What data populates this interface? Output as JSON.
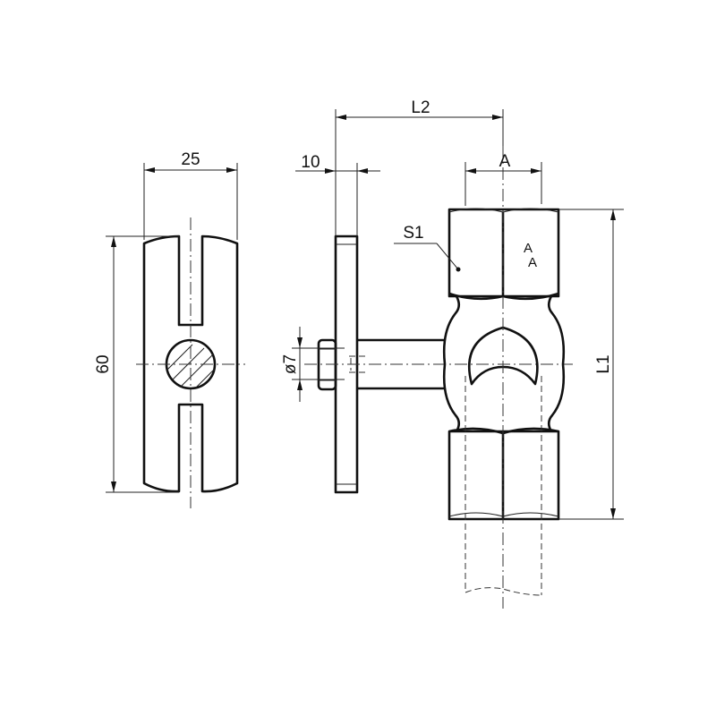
{
  "drawing": {
    "dimensions": {
      "width_front": "25",
      "height_front": "60",
      "plate_thickness": "10",
      "rod_diameter": "ø7",
      "offset": "L2",
      "nut_width": "A",
      "overall_length": "L1"
    },
    "annotations": {
      "surface": "S1",
      "marking_top": "A",
      "marking_bottom": "A"
    }
  }
}
